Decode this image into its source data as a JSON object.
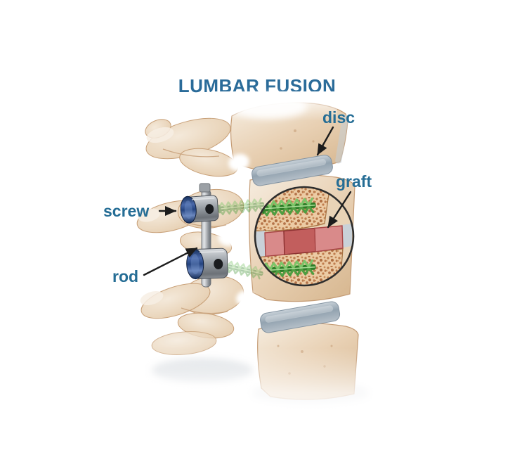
{
  "figure": {
    "title": "LUMBAR FUSION",
    "labels": {
      "disc": "disc",
      "graft": "graft",
      "screw": "screw",
      "rod": "rod"
    },
    "colors": {
      "background": "#ffffff",
      "title_text": "#2a6b99",
      "label_text": "#256d95",
      "arrow": "#1c1c1c",
      "bone_light": "#f2e6d5",
      "bone_mid": "#e6cdb0",
      "bone_outline": "#c49b74",
      "spongy_bone": "#eccba4",
      "spongy_speck": "#b4734a",
      "disc_gray_blue": "#9aa9b5",
      "graft_pink": "#d98a8a",
      "graft_dark_red": "#c25e5d",
      "graft_border": "#8c3131",
      "screw_thread_green": "#2e7d28",
      "screw_thread_light_green": "#7cc468",
      "hardware_gray": "#9aa0a6",
      "screw_cap_navy": "#16305e",
      "inset_ring": "#2d2d2d"
    }
  }
}
